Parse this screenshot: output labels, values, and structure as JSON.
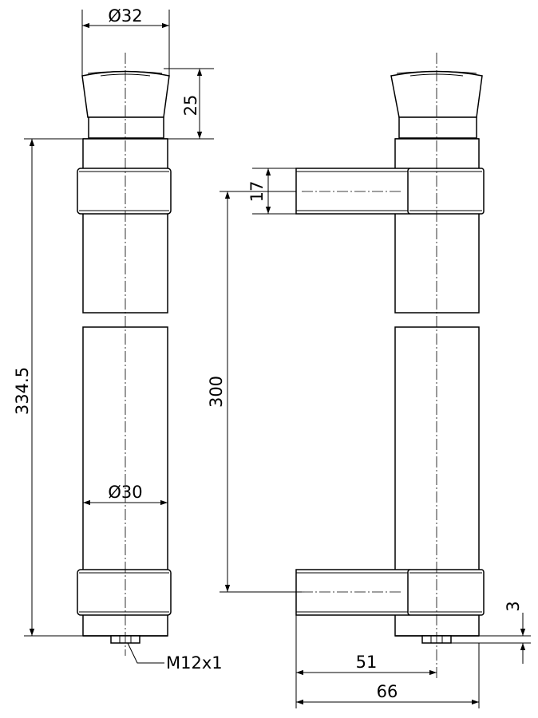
{
  "dimensions": {
    "dia_top": "Ø32",
    "dia_tube": "Ø30",
    "cap_height": "25",
    "overall_length": "334.5",
    "arm_thickness": "17",
    "arm_spacing": "300",
    "offset_small": "3",
    "center_reach": "51",
    "overall_reach": "66"
  },
  "labels": {
    "thread": "M12x1"
  }
}
